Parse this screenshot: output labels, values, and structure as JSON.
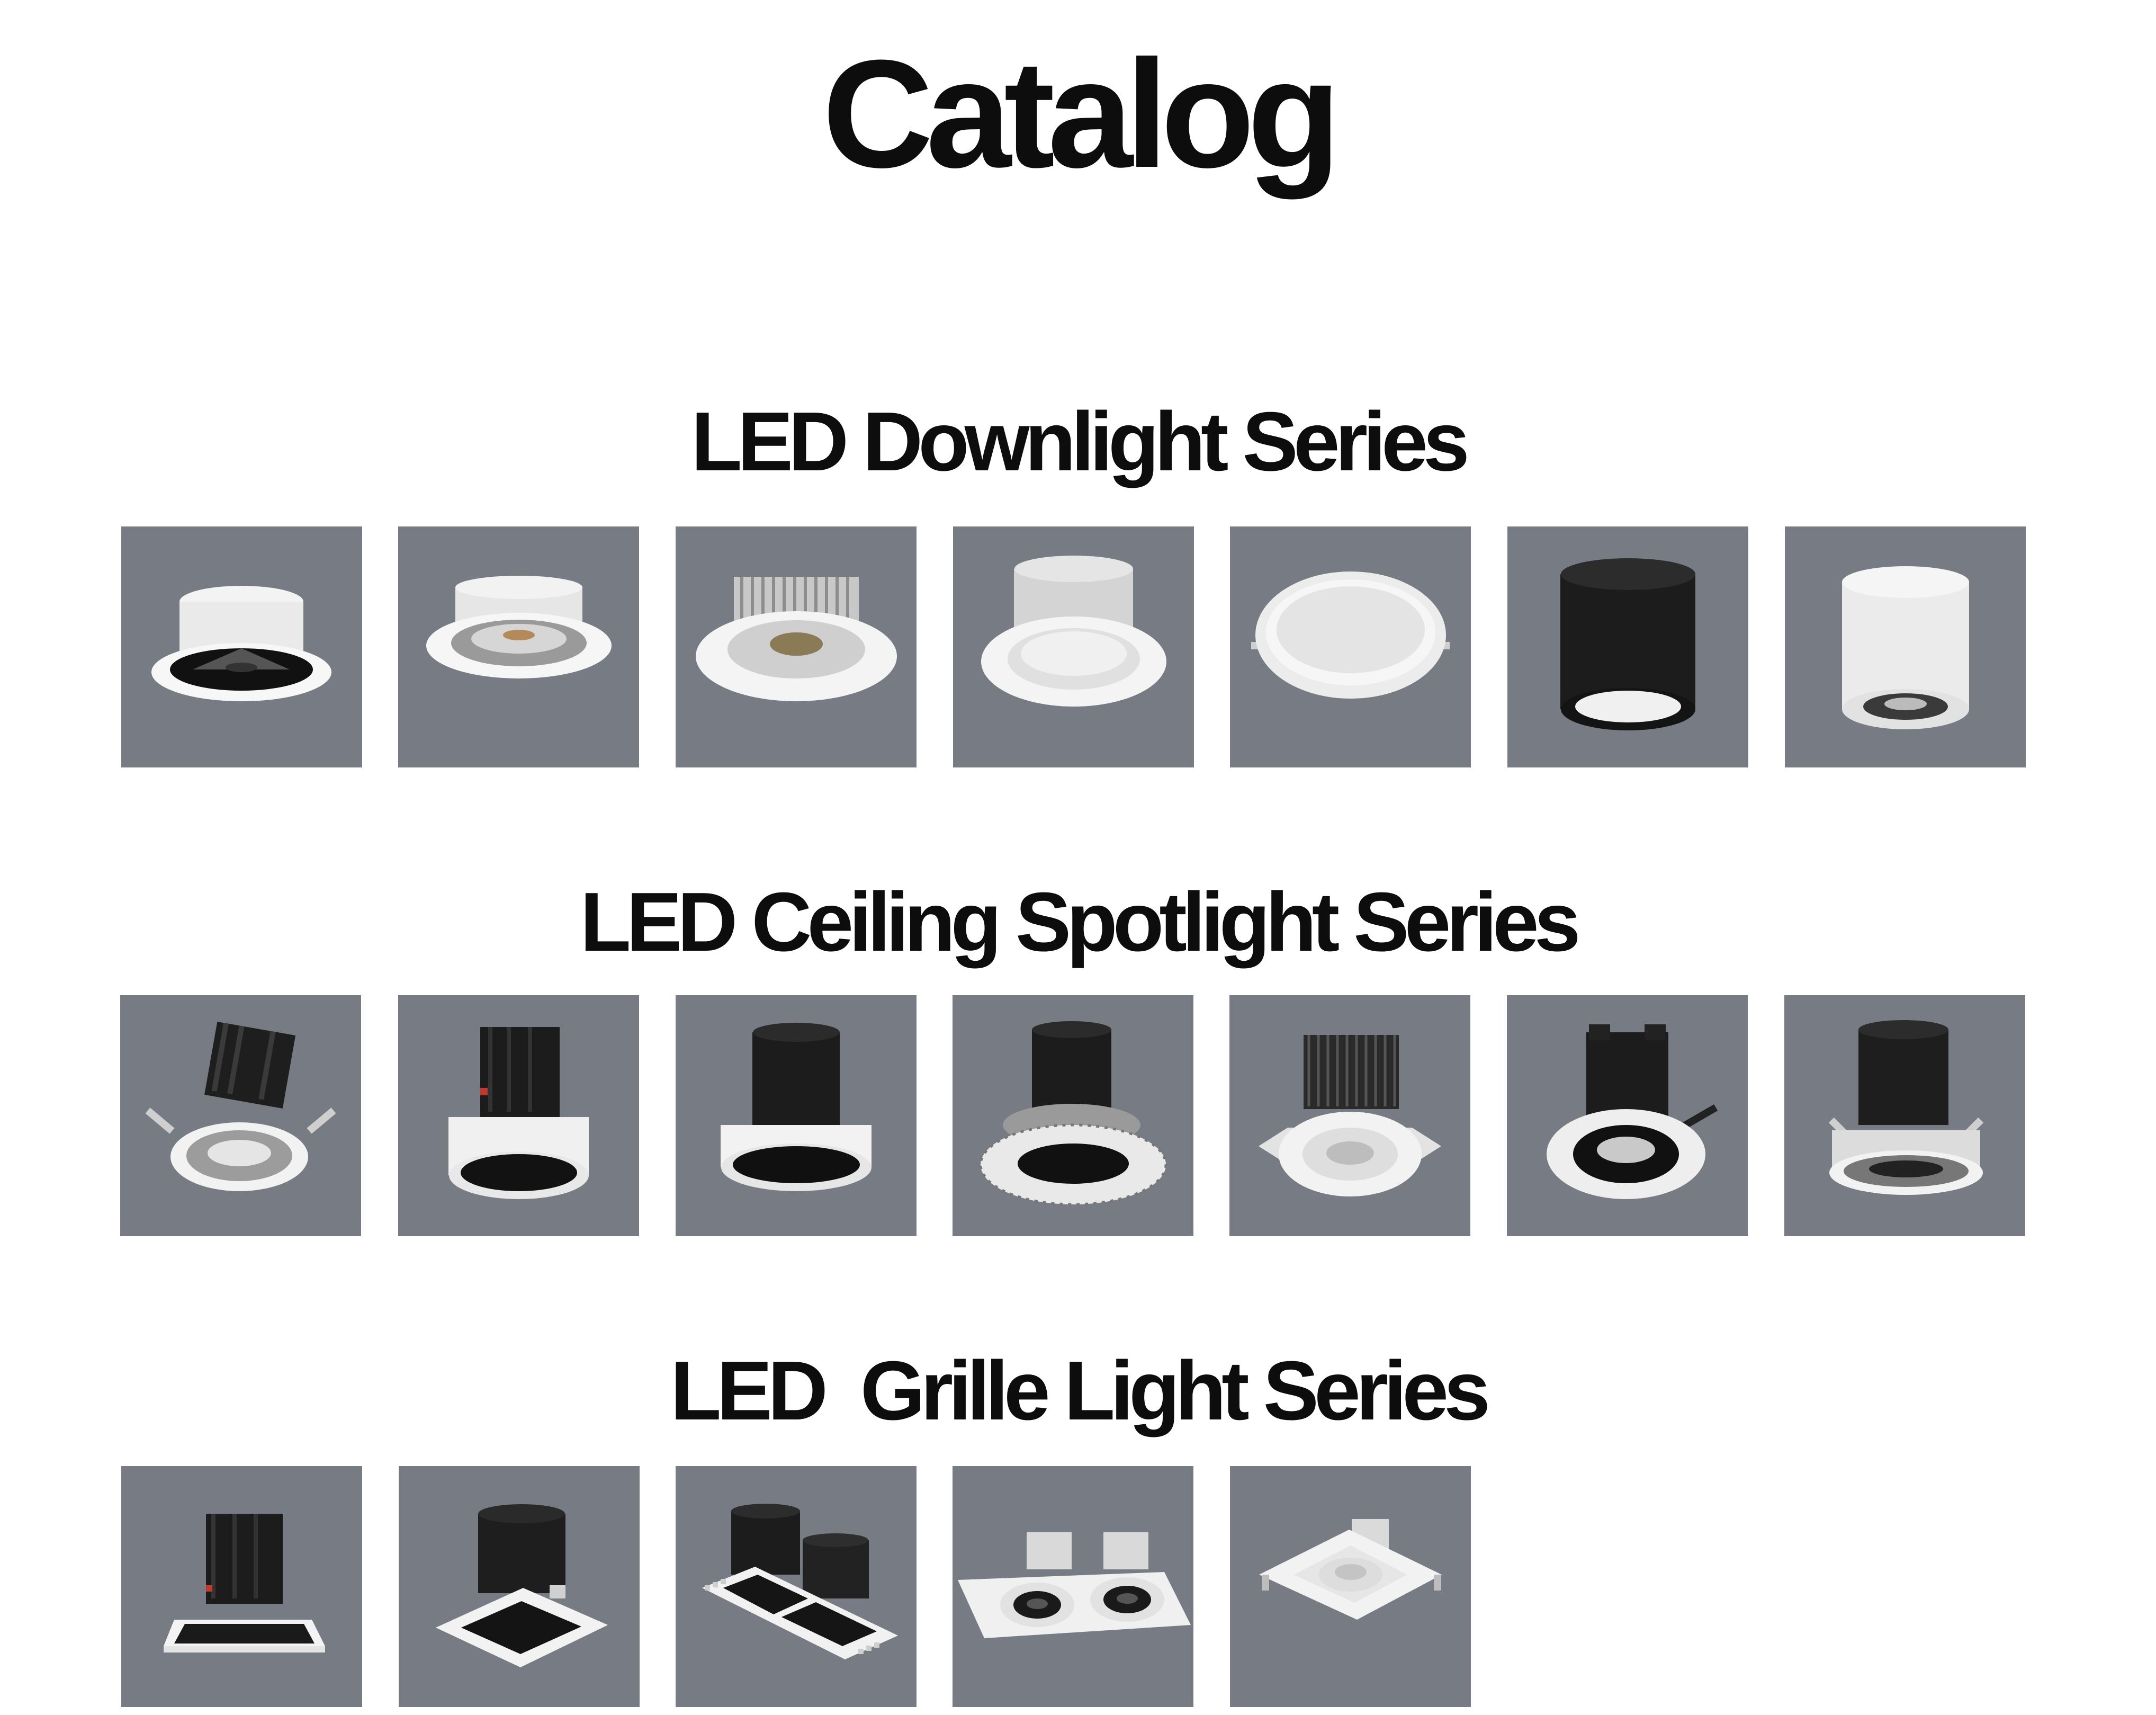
{
  "title": "Catalog",
  "sections": [
    {
      "title": "LED Downlight Series",
      "products": [
        {
          "icon": "downlight-black-reflector-icon"
        },
        {
          "icon": "downlight-chrome-reflector-icon"
        },
        {
          "icon": "downlight-heatsink-cob-icon"
        },
        {
          "icon": "downlight-white-reflector-icon"
        },
        {
          "icon": "downlight-flat-panel-icon"
        },
        {
          "icon": "surface-downlight-black-icon"
        },
        {
          "icon": "surface-downlight-white-icon"
        }
      ]
    },
    {
      "title": "LED Ceiling Spotlight Series",
      "products": [
        {
          "icon": "spotlight-tilted-chrome-icon"
        },
        {
          "icon": "spotlight-black-housing-icon"
        },
        {
          "icon": "spotlight-black-cylinder-icon"
        },
        {
          "icon": "spotlight-trimless-icon"
        },
        {
          "icon": "spotlight-heatsink-icon"
        },
        {
          "icon": "spotlight-ring-trim-icon"
        },
        {
          "icon": "spotlight-deep-chrome-icon"
        }
      ]
    },
    {
      "title": "LED  Grille Light Series",
      "products": [
        {
          "icon": "grille-single-square-icon"
        },
        {
          "icon": "grille-single-black-icon"
        },
        {
          "icon": "grille-double-black-icon"
        },
        {
          "icon": "grille-double-white-icon"
        },
        {
          "icon": "grille-single-white-icon"
        }
      ]
    }
  ],
  "colors": {
    "tile_background": "#777b83",
    "product_white": "#eeeeee",
    "product_black": "#1c1c1c"
  }
}
